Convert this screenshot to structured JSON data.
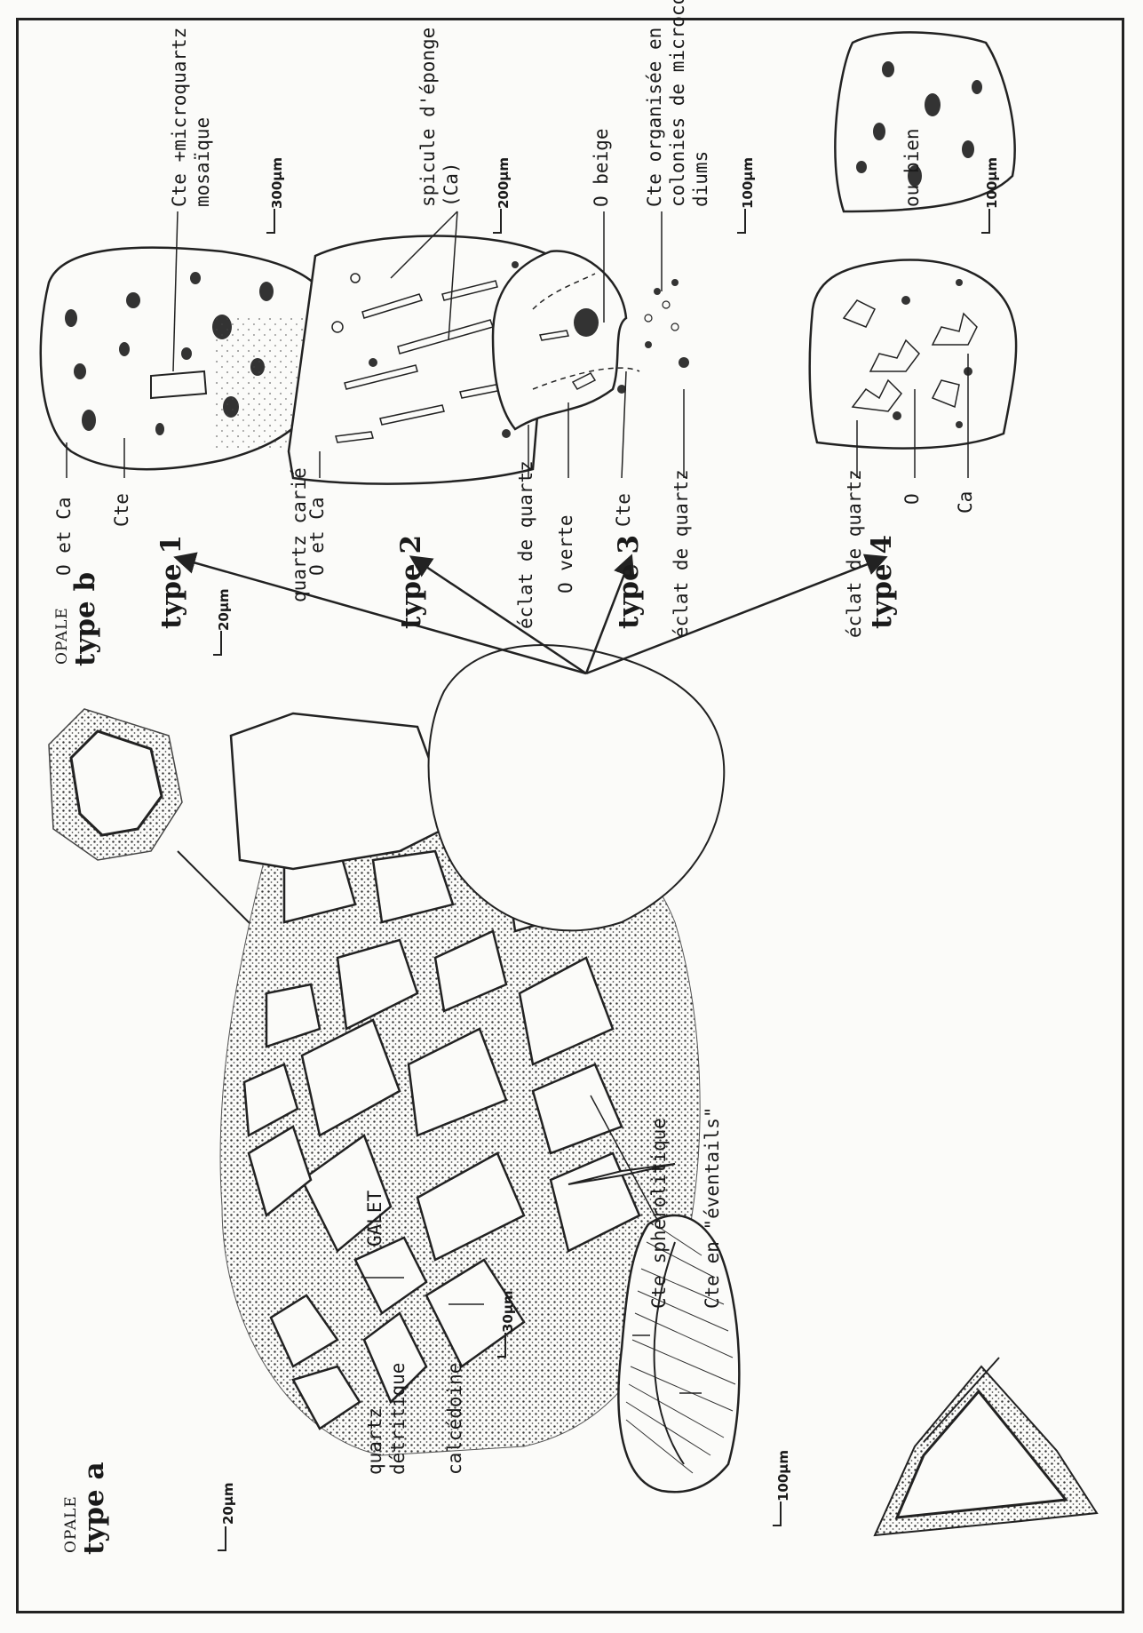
{
  "opale_a": {
    "small": "OPALE",
    "big": "type a",
    "scale": "20µm"
  },
  "opale_b": {
    "small": "OPALE",
    "big": "type b",
    "scale": "20µm"
  },
  "center": {
    "galet": "GALET",
    "scale": "30µm",
    "quartz_detritique": [
      "quartz",
      "détritique"
    ],
    "calcedoine": "calcédoine"
  },
  "fan": {
    "spherolitique": "Cte sphérolitique",
    "eventails": "Cte en \"éventails\"",
    "scale": "100µm"
  },
  "type1": {
    "title": "type 1",
    "o_et_ca": "O et Ca",
    "cte": "Cte",
    "quartz_carie": "quartz carié",
    "microquartz": [
      "Cte +microquartz",
      "mosaïque"
    ],
    "scale": "300µm"
  },
  "type2": {
    "title": "type 2",
    "o_et_ca": "O et Ca",
    "eclat": "éclat de quartz",
    "spicule": [
      "spicule d'éponge",
      "(Ca)"
    ],
    "scale": "200µm"
  },
  "type3": {
    "title": "type 3",
    "o_verte": "O verte",
    "cte": "Cte",
    "eclat": "éclat de quartz",
    "o_beige": "O beige",
    "colonies": [
      "Cte organisée en",
      "colonies de microco -",
      "diums"
    ],
    "scale": "100µm"
  },
  "type4": {
    "title": "type 4",
    "eclat": "éclat de quartz",
    "o": "O",
    "ca": "Ca",
    "ou_bien": "ou bien",
    "scale": "100µm"
  }
}
